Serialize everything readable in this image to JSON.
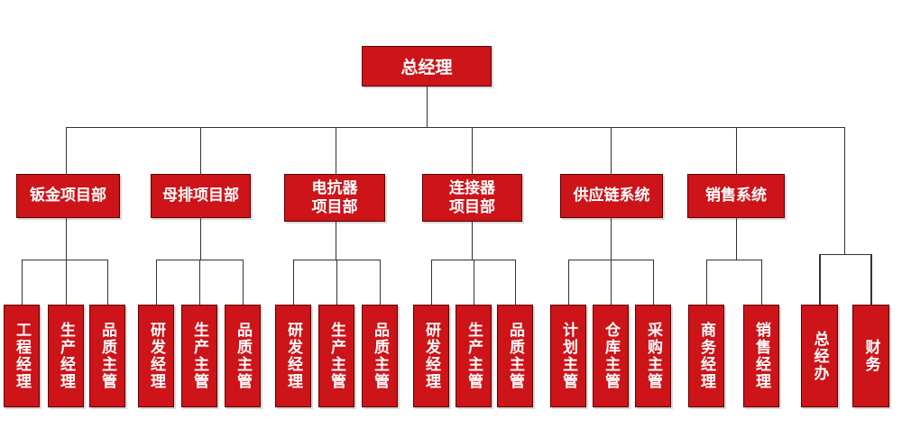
{
  "chart": {
    "root": "总经理",
    "departments": [
      {
        "label": "钣金项目部",
        "children": [
          "工程经理",
          "生产经理",
          "品质主管"
        ]
      },
      {
        "label": "母排项目部",
        "children": [
          "研发经理",
          "生产主管",
          "品质主管"
        ]
      },
      {
        "label": "电抗器\n项目部",
        "children": [
          "研发经理",
          "生产主管",
          "品质主管"
        ]
      },
      {
        "label": "连接器\n项目部",
        "children": [
          "研发经理",
          "生产主管",
          "品质主管"
        ]
      },
      {
        "label": "供应链系统",
        "children": [
          "计划主管",
          "仓库主管",
          "采购主管"
        ]
      },
      {
        "label": "销售系统",
        "children": [
          "商务经理",
          "销售经理"
        ]
      }
    ],
    "direct_reports": [
      "总经办",
      "财务"
    ],
    "colors": {
      "box": "#cc1419",
      "border": "#5a0000",
      "text": "#ffffff",
      "line": "#333333"
    }
  }
}
